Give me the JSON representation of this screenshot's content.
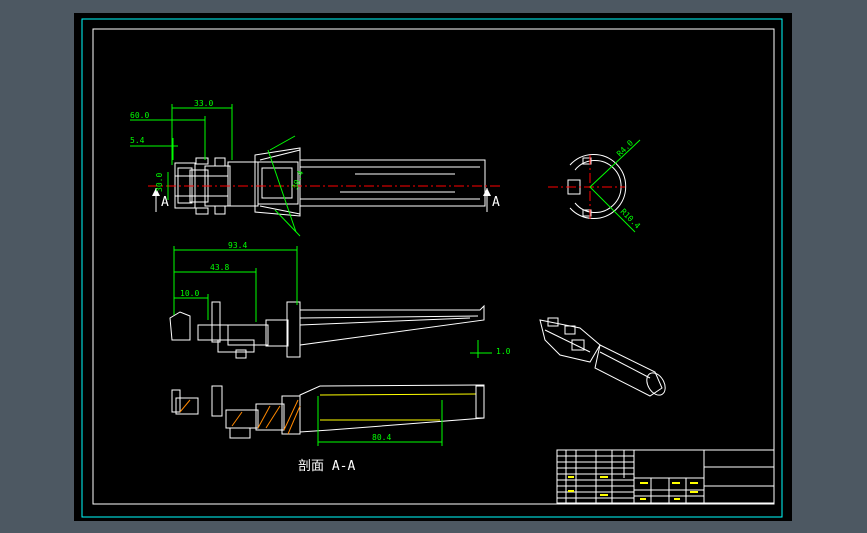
{
  "colors": {
    "background": "#4d5862",
    "canvas": "#000000",
    "frame": "#00ffff",
    "outline": "#ffffff",
    "dimension": "#00ff00",
    "centerline": "#ff0000",
    "hatch": "#ff8800"
  },
  "top_view": {
    "dims": {
      "d1": "60.0",
      "d2": "33.0",
      "d3": "5.4",
      "d4": "30.0",
      "d5": "30.4"
    },
    "section_mark_left": "A",
    "section_mark_right": "A"
  },
  "end_view": {
    "dims": {
      "r1": "R4.0",
      "r2": "R10.4"
    }
  },
  "side_view": {
    "dims": {
      "d1": "93.4",
      "d2": "43.8",
      "d3": "10.0",
      "d4": "1.0"
    }
  },
  "section_view": {
    "dims": {
      "d1": "80.4"
    },
    "caption": "剖面 A-A"
  },
  "title_block": {
    "icons": [
      "title-block-table-icon"
    ]
  }
}
